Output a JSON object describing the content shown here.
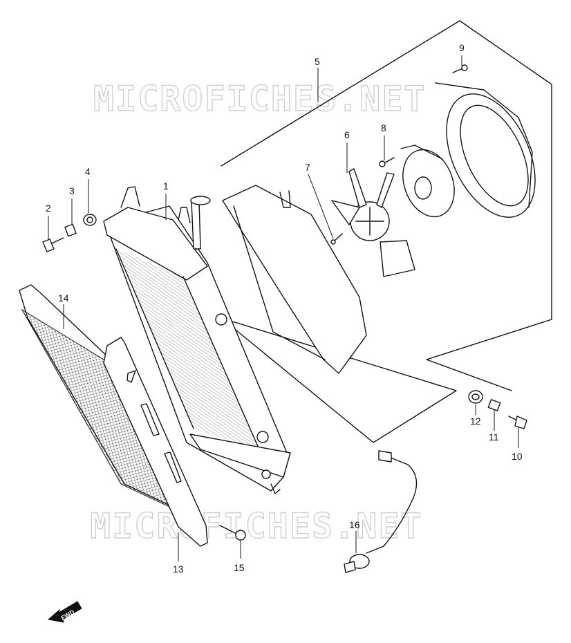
{
  "watermark": {
    "text": "MICROFICHES.NET"
  },
  "fwd_label": "FWD",
  "callouts": {
    "p1": "1",
    "p2": "2",
    "p3": "3",
    "p4": "4",
    "p5": "5",
    "p6": "6",
    "p7": "7",
    "p8": "8",
    "p9": "9",
    "p10": "10",
    "p11": "11",
    "p12": "12",
    "p13": "13",
    "p14": "14",
    "p15": "15",
    "p16": "16"
  }
}
